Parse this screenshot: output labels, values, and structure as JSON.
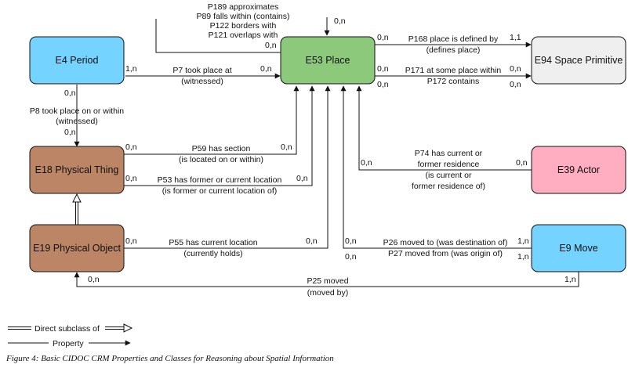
{
  "classes": {
    "e4": {
      "label": "E4 Period",
      "color": "#74d3ff"
    },
    "e53": {
      "label": "E53 Place",
      "color": "#8cc97a"
    },
    "e94": {
      "label": "E94 Space Primitive",
      "color": "#efefef"
    },
    "e18": {
      "label": "E18 Physical Thing",
      "color": "#bc8565"
    },
    "e39": {
      "label": "E39 Actor",
      "color": "#ffaec2"
    },
    "e19": {
      "label": "E19 Physical Object",
      "color": "#bc8565"
    },
    "e9": {
      "label": "E9 Move",
      "color": "#74d3ff"
    }
  },
  "properties": {
    "p189": [
      "P189 approximates",
      "P89 falls within (contains)",
      "P122 borders with",
      "P121 overlaps with"
    ],
    "p7": [
      "P7 took place at",
      "(witnessed)"
    ],
    "p8": [
      "P8 took place on or within",
      "(witnessed)"
    ],
    "p168": [
      "P168 place is defined by",
      "(defines place)"
    ],
    "p171": [
      "P171 at some place within",
      "P172 contains"
    ],
    "p59": [
      "P59 has section",
      "(is located on or within)"
    ],
    "p53": [
      "P53 has former or current location",
      "(is former or current location of)"
    ],
    "p74": [
      "P74 has current or",
      "former residence",
      "(is current or",
      "former residence of)"
    ],
    "p55": [
      "P55 has current location",
      "(currently holds)"
    ],
    "p26": [
      "P26 moved to (was destination of)",
      "P27 moved from (was origin of)"
    ],
    "p25": [
      "P25 moved",
      "(moved by)"
    ]
  },
  "cardinalities": {
    "c_p189_top": "0,n",
    "c_p189_left": "0,n",
    "c_p7_src": "1,n",
    "c_p7_dst": "0,n",
    "c_p8_src": "0,n",
    "c_p8_dst": "0,n",
    "c_p168_src": "0,n",
    "c_p168_dst": "1,1",
    "c_p171_src_a": "0,n",
    "c_p171_src_b": "0,n",
    "c_p171_dst_a": "0,n",
    "c_p171_dst_b": "0,n",
    "c_p59_src": "0,n",
    "c_p59_dst": "0,n",
    "c_p53_src": "0,n",
    "c_p53_dst": "0,n",
    "c_p74_src": "0,n",
    "c_p74_dst": "0,n",
    "c_p55_src": "0,n",
    "c_p55_dst": "0,n",
    "c_p26_place_a": "0,n",
    "c_p26_place_b": "0,n",
    "c_p26_move_a": "1,n",
    "c_p26_move_b": "1,n",
    "c_p25_obj": "0,n",
    "c_p25_move": "1,n"
  },
  "legend": {
    "subclass": "Direct subclass of",
    "property": "Property"
  },
  "caption": "Figure 4: Basic CIDOC CRM Properties and Classes for Reasoning about Spatial Information"
}
